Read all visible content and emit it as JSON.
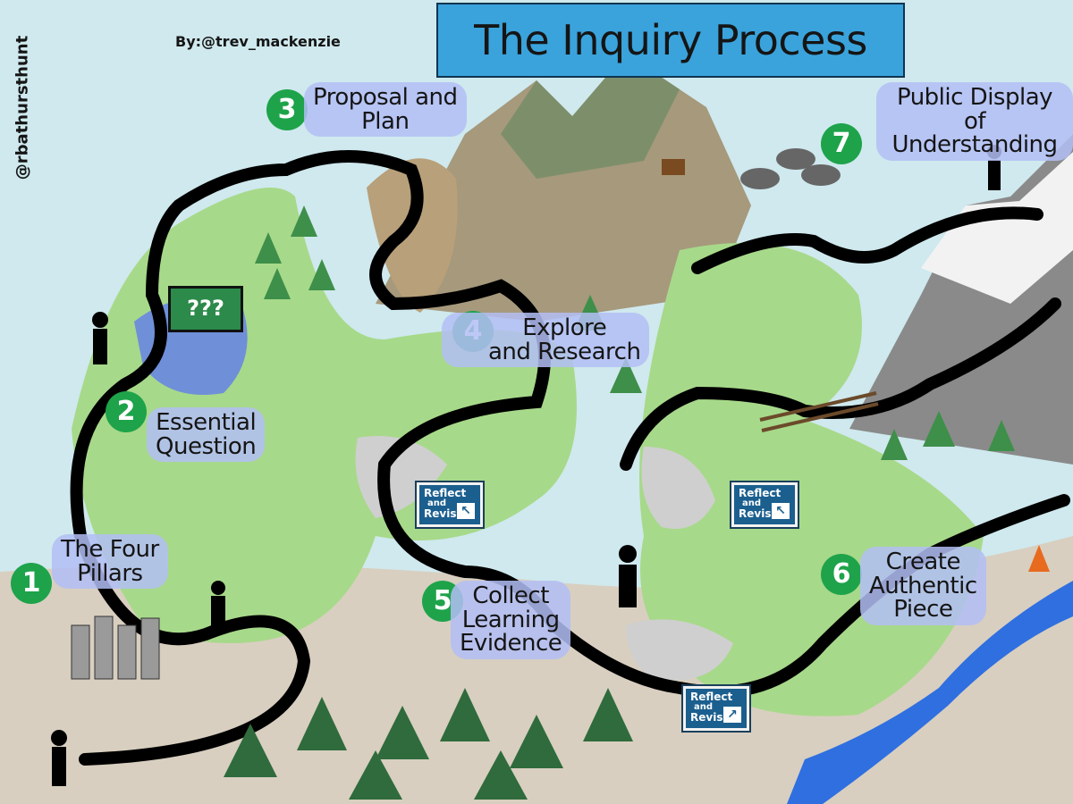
{
  "title": "The Inquiry Process",
  "byline": "By:@trev_mackenzie",
  "side_handle": "@rbathursthunt",
  "steps": [
    {
      "number": "1",
      "lines": [
        "The Four",
        "Pillars"
      ]
    },
    {
      "number": "2",
      "lines": [
        "Essential",
        "Question"
      ]
    },
    {
      "number": "3",
      "lines": [
        "Proposal and",
        "Plan"
      ]
    },
    {
      "number": "4",
      "lines": [
        "Explore",
        "and Research"
      ]
    },
    {
      "number": "5",
      "lines": [
        "Collect",
        "Learning",
        "Evidence"
      ]
    },
    {
      "number": "6",
      "lines": [
        "Create",
        "Authentic",
        "Piece"
      ]
    },
    {
      "number": "7",
      "lines": [
        "Public Display",
        "of Understanding"
      ]
    }
  ],
  "reflect_sign": {
    "line1": "Reflect",
    "line2": "and",
    "line3": "Revise"
  },
  "question_board": "???",
  "colors": {
    "banner": "#3aa3dc",
    "step_badge": "#1ea34a",
    "label_bubble": "#b3bef5",
    "path": "#000000",
    "grass": "#a7d98a",
    "sign": "#1b5f8f"
  }
}
